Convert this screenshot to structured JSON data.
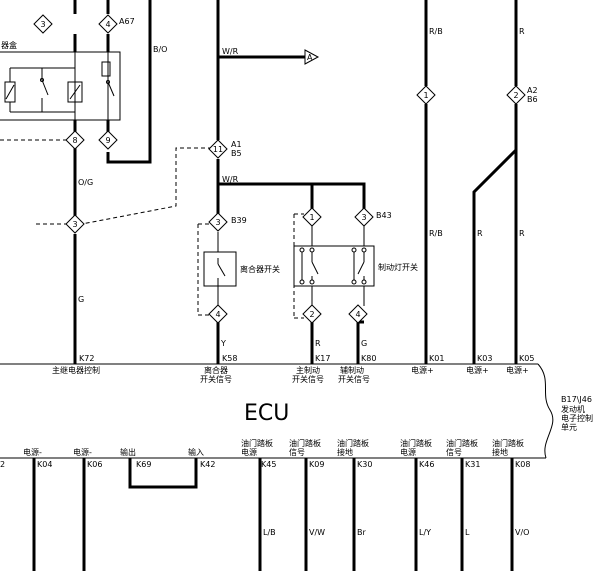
{
  "ecu_title": "ECU",
  "ecu_id": "B17\\J46",
  "ecu_desc": [
    "发动机",
    "电子控制",
    "单元"
  ],
  "relay_box_label": "器盒",
  "a67_label": "A67",
  "a1_b5_label": [
    "A1",
    "B5"
  ],
  "a2_b6_label": [
    "A2",
    "B6"
  ],
  "b39_label": "B39",
  "b43_label": "B43",
  "clutch_switch_label": "离合器开关",
  "brake_light_switch_label": "制动灯开关",
  "diamonds": [
    "3",
    "4",
    "8",
    "9",
    "3",
    "11",
    "3",
    "1",
    "3",
    "2",
    "4",
    "2",
    "4",
    "1",
    "2"
  ],
  "wire_colors": [
    "B/O",
    "W/R",
    "W/R",
    "O/G",
    "G",
    "R/B",
    "R",
    "R/B",
    "R",
    "R",
    "Y",
    "R",
    "G",
    "L/B",
    "V/W",
    "Br",
    "L/Y",
    "L",
    "V/O"
  ],
  "top_pins": [
    {
      "pin": "K72",
      "label": [
        "主继电器控制"
      ]
    },
    {
      "pin": "K58",
      "label": [
        "离合器",
        "开关信号"
      ]
    },
    {
      "pin": "K17",
      "label": [
        "主制动",
        "开关信号"
      ]
    },
    {
      "pin": "K80",
      "label": [
        "辅制动",
        "开关信号"
      ]
    },
    {
      "pin": "K01",
      "label": [
        "电源+"
      ]
    },
    {
      "pin": "K03",
      "label": [
        "电源+"
      ]
    },
    {
      "pin": "K05",
      "label": [
        "电源+"
      ]
    }
  ],
  "bottom_pins": [
    {
      "pin": "2",
      "label": []
    },
    {
      "pin": "K04",
      "label": [
        "电源-"
      ]
    },
    {
      "pin": "K06",
      "label": [
        "电源-"
      ]
    },
    {
      "pin": "K69",
      "label": [
        "输出"
      ]
    },
    {
      "pin": "K42",
      "label": [
        "输入"
      ]
    },
    {
      "pin": "K45",
      "label": [
        "油门踏板",
        "电源"
      ]
    },
    {
      "pin": "K09",
      "label": [
        "油门踏板",
        "信号"
      ]
    },
    {
      "pin": "K30",
      "label": [
        "油门踏板",
        "接地"
      ]
    },
    {
      "pin": "K46",
      "label": [
        "油门踏板",
        "电源"
      ]
    },
    {
      "pin": "K31",
      "label": [
        "油门踏板",
        "信号"
      ]
    },
    {
      "pin": "K08",
      "label": [
        "油门踏板",
        "接地"
      ]
    }
  ]
}
